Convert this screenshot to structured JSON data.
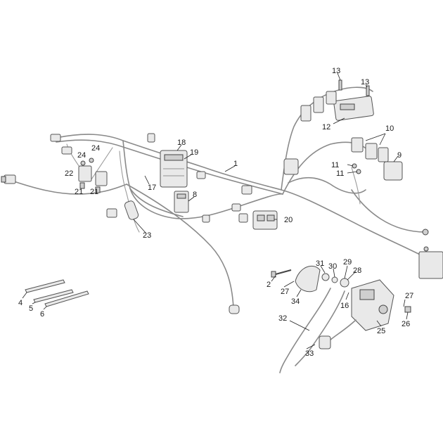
{
  "callouts": [
    {
      "id": "c1",
      "text": "1"
    },
    {
      "id": "c2",
      "text": "2"
    },
    {
      "id": "c4",
      "text": "4"
    },
    {
      "id": "c5",
      "text": "5"
    },
    {
      "id": "c6",
      "text": "6"
    },
    {
      "id": "c8",
      "text": "8"
    },
    {
      "id": "c9",
      "text": "9"
    },
    {
      "id": "c10",
      "text": "10"
    },
    {
      "id": "c11a",
      "text": "11"
    },
    {
      "id": "c11b",
      "text": "11"
    },
    {
      "id": "c12",
      "text": "12"
    },
    {
      "id": "c13a",
      "text": "13"
    },
    {
      "id": "c13b",
      "text": "13"
    },
    {
      "id": "c16",
      "text": "16"
    },
    {
      "id": "c17",
      "text": "17"
    },
    {
      "id": "c18",
      "text": "18"
    },
    {
      "id": "c19",
      "text": "19"
    },
    {
      "id": "c20",
      "text": "20"
    },
    {
      "id": "c21a",
      "text": "21"
    },
    {
      "id": "c21b",
      "text": "21"
    },
    {
      "id": "c22",
      "text": "22"
    },
    {
      "id": "c23",
      "text": "23"
    },
    {
      "id": "c24a",
      "text": "24"
    },
    {
      "id": "c24b",
      "text": "24"
    },
    {
      "id": "c25",
      "text": "25"
    },
    {
      "id": "c26",
      "text": "26"
    },
    {
      "id": "c27a",
      "text": "27"
    },
    {
      "id": "c27b",
      "text": "27"
    },
    {
      "id": "c28",
      "text": "28"
    },
    {
      "id": "c29",
      "text": "29"
    },
    {
      "id": "c30",
      "text": "30"
    },
    {
      "id": "c31",
      "text": "31"
    },
    {
      "id": "c32",
      "text": "32"
    },
    {
      "id": "c33",
      "text": "33"
    },
    {
      "id": "c34",
      "text": "34"
    }
  ]
}
